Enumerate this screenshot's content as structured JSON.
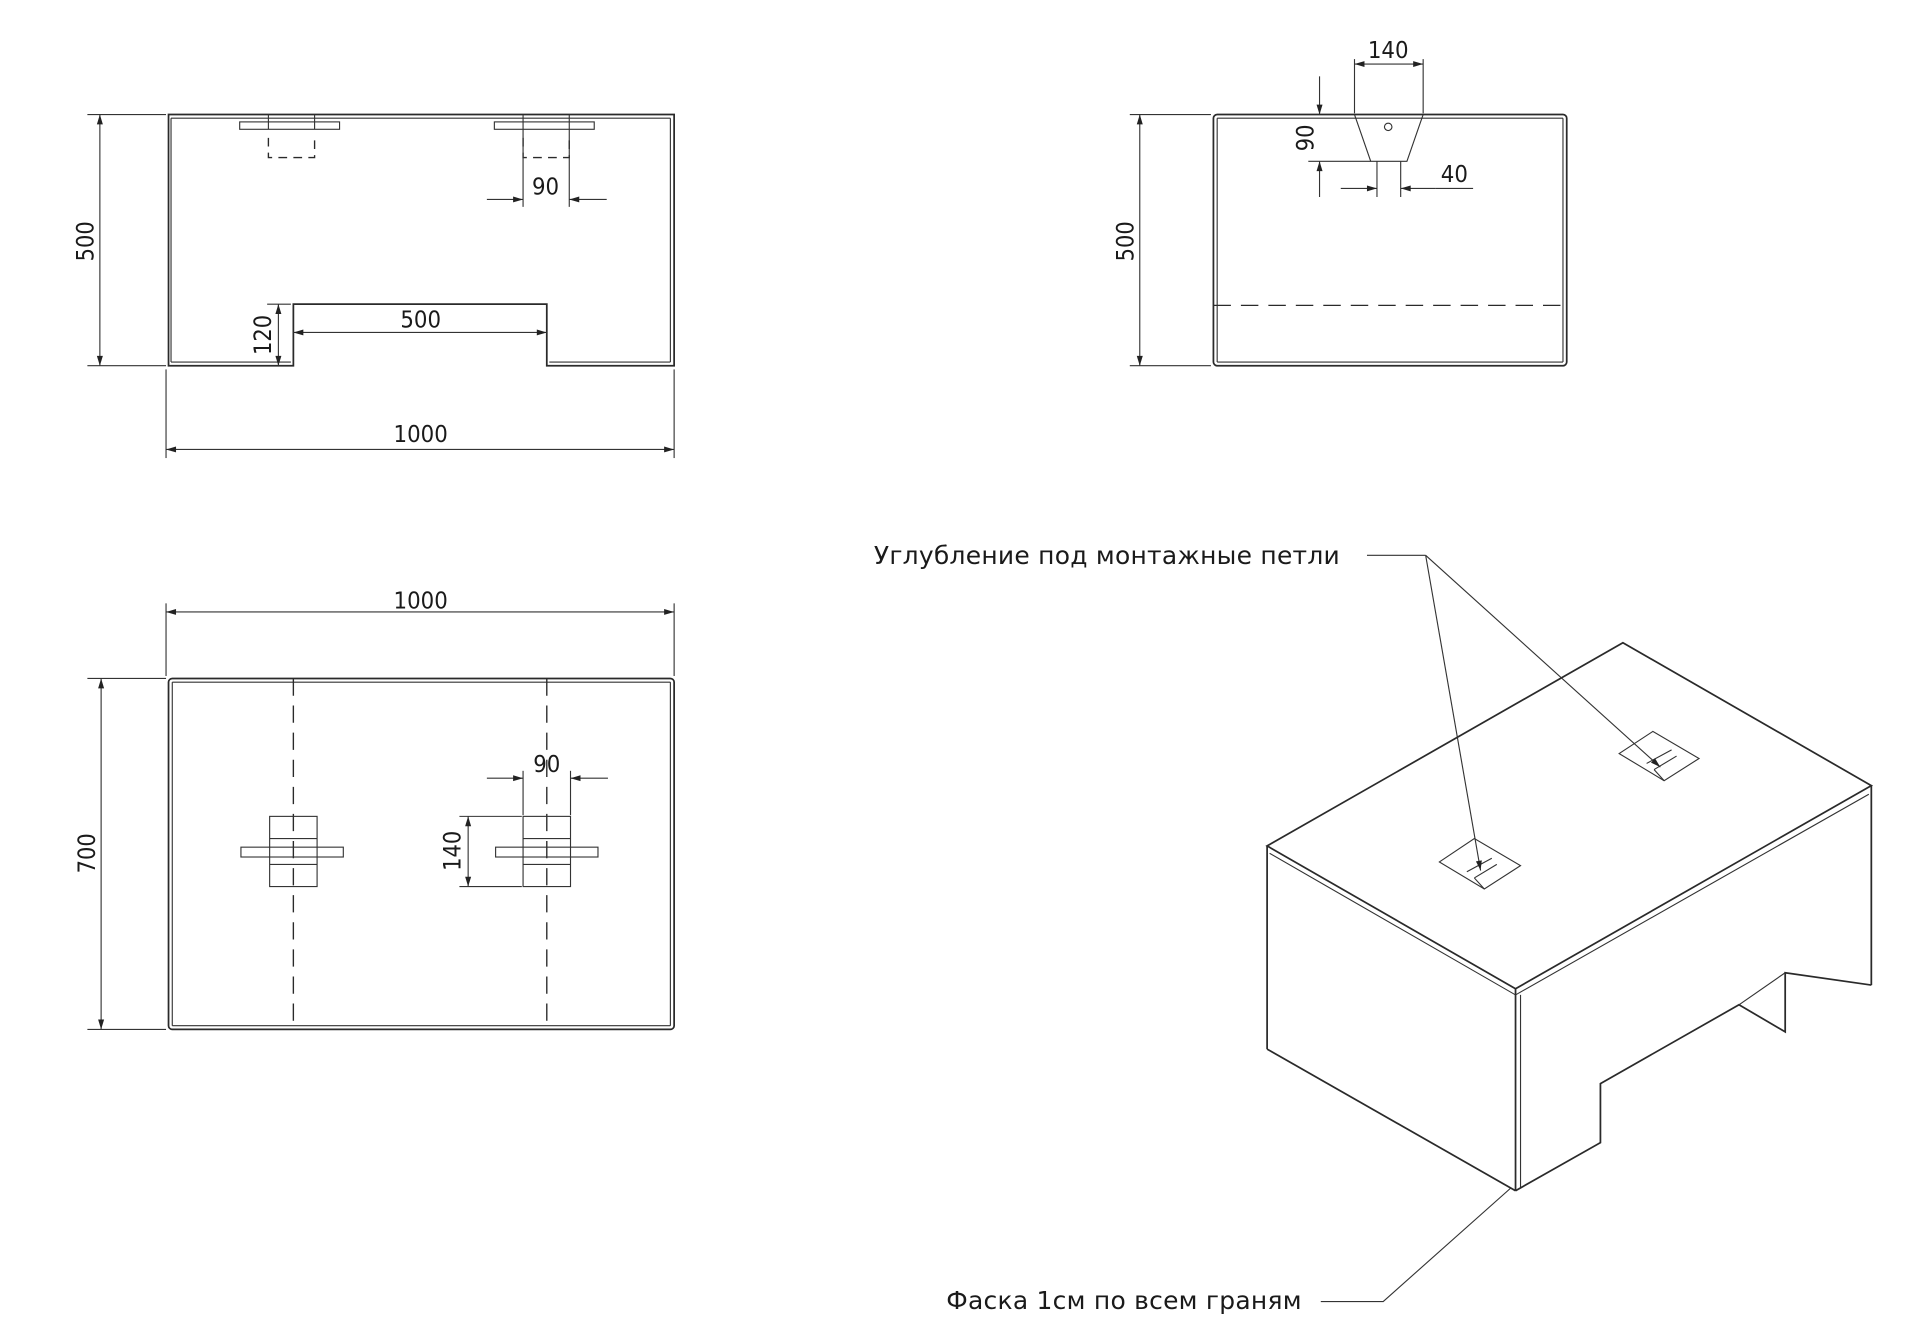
{
  "drawing": {
    "views": {
      "front": {
        "width_dim": "1000",
        "height_dim": "500",
        "notch_width_dim": "500",
        "notch_height_dim": "120",
        "recess_width_dim": "90"
      },
      "side": {
        "height_dim": "500",
        "recess_top_width_dim": "140",
        "recess_depth_dim": "90",
        "recess_bottom_width_dim": "40"
      },
      "plan": {
        "width_dim": "1000",
        "depth_dim": "700",
        "recess_width_dim": "90",
        "recess_length_dim": "140"
      }
    },
    "annotations": {
      "lifting_recess": "Углубление под монтажные петли",
      "chamfer": "Фаска 1см по всем граням"
    }
  }
}
